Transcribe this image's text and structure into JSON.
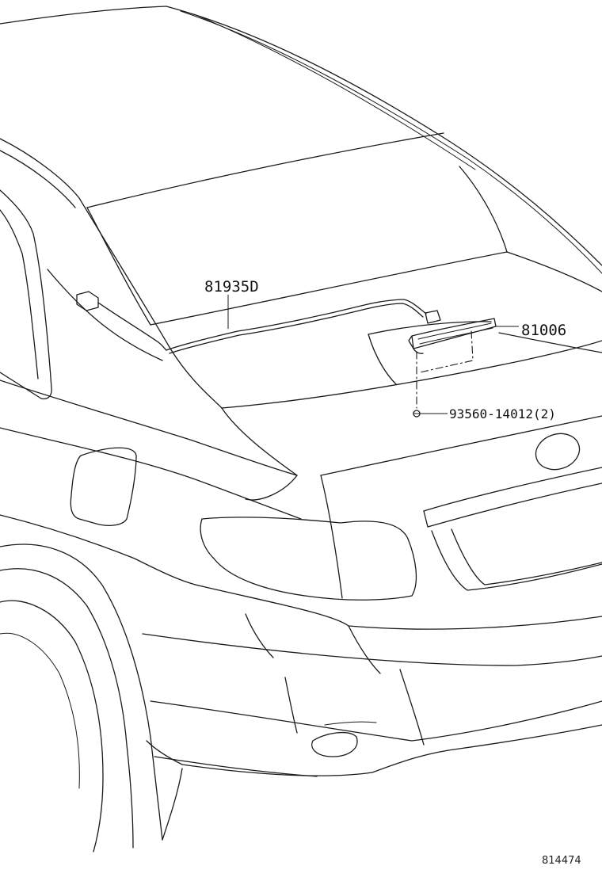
{
  "parts": {
    "wire": {
      "number": "81935D"
    },
    "stop_lamp": {
      "number": "81006"
    },
    "screw": {
      "number": "93560-14012",
      "quantity": "(2)"
    }
  },
  "catalog": {
    "illustration_id": "814474"
  },
  "colors": {
    "line": "#1a1a1a",
    "background": "#ffffff"
  }
}
